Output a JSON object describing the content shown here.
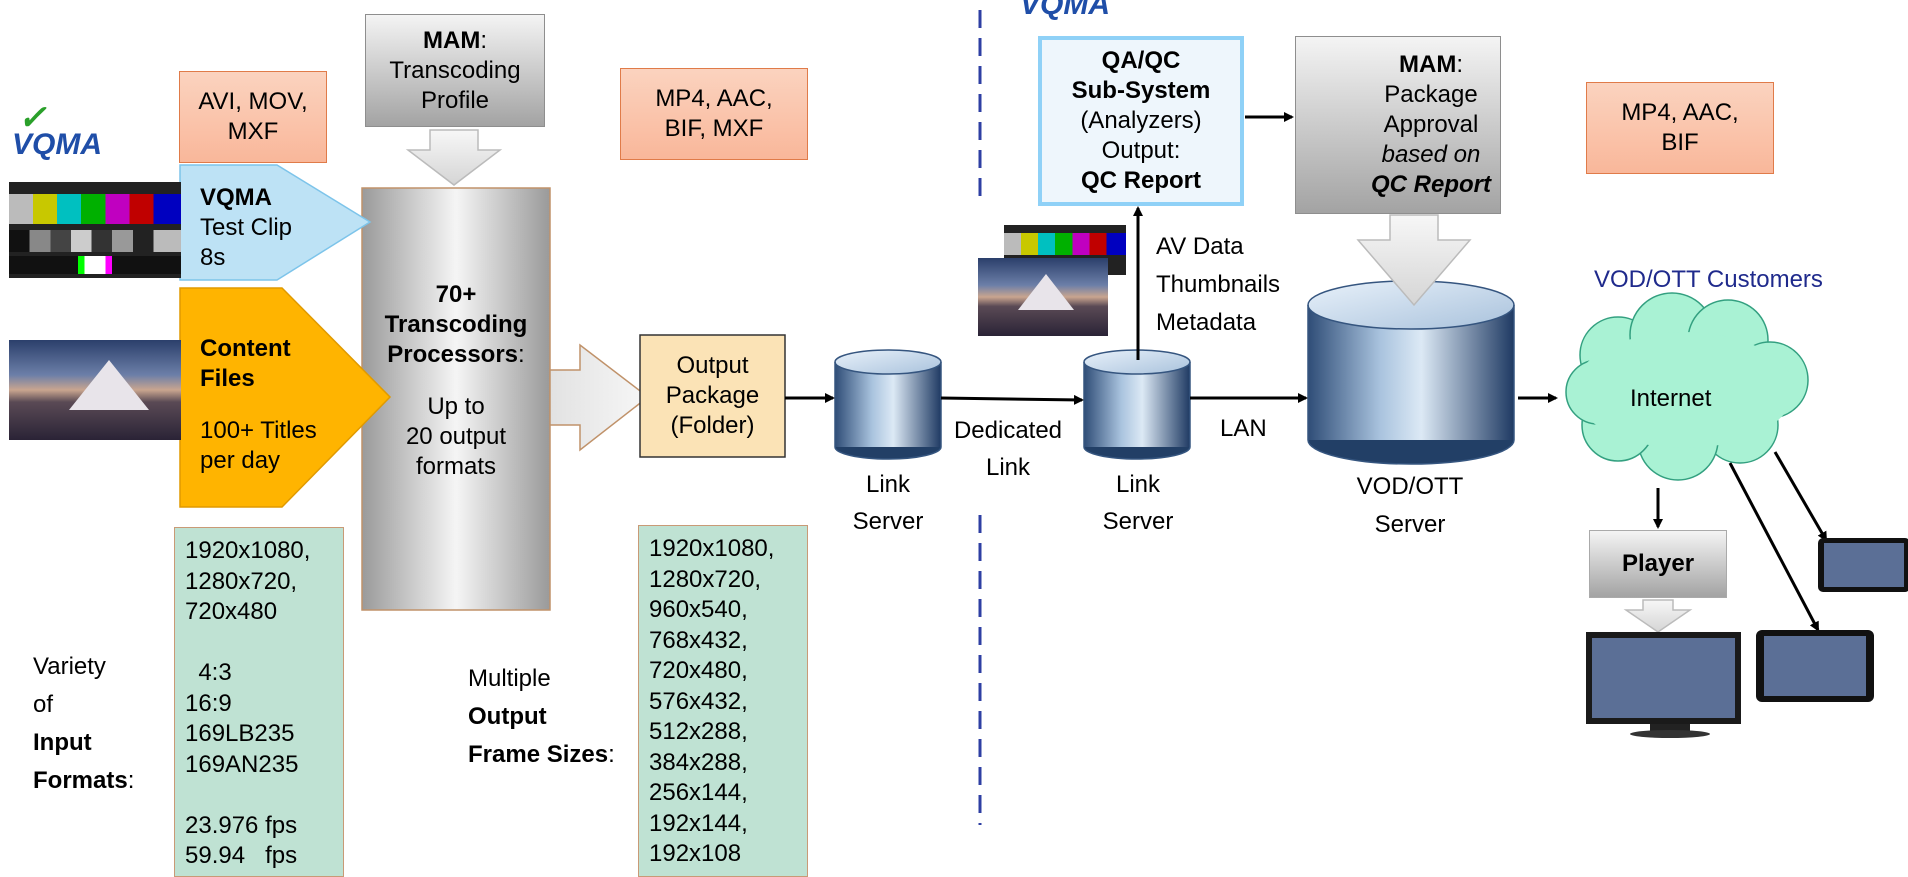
{
  "logos": {
    "vqma": "VQMA"
  },
  "input_formats_box": {
    "line1": "AVI, MOV,",
    "line2": "MXF"
  },
  "mam_transcoding": {
    "title": "MAM",
    "colon": ":",
    "line2": "Transcoding",
    "line3": "Profile"
  },
  "output_formats_box": {
    "line1": "MP4, AAC,",
    "line2": "BIF, MXF"
  },
  "test_clip": {
    "title": "VQMA",
    "line2": "Test Clip",
    "line3": "8s"
  },
  "content_files": {
    "title1": "Content",
    "title2": "Files",
    "line3": "100+ Titles",
    "line4": "per day"
  },
  "transcoder": {
    "line1": "70+",
    "line2": "Transcoding",
    "line3": "Processors",
    "colon": ":",
    "line4": "Up to",
    "line5": "20 output",
    "line6": "formats"
  },
  "output_package": {
    "line1": "Output",
    "line2": "Package",
    "line3": "(Folder)"
  },
  "link_server_1": {
    "line1": "Link",
    "line2": "Server"
  },
  "dedicated_link": {
    "line1": "Dedicated",
    "line2": "Link"
  },
  "link_server_2": {
    "line1": "Link",
    "line2": "Server"
  },
  "lan": "LAN",
  "av_data": {
    "line1": "AV Data",
    "line2": "Thumbnails",
    "line3": "Metadata"
  },
  "qaqc": {
    "line1": "QA/QC",
    "line2": "Sub-System",
    "line3": "(Analyzers)",
    "line4": "Output:",
    "line5": "QC Report"
  },
  "mam_approval": {
    "title": "MAM",
    "colon": ":",
    "line2": "Package",
    "line3": "Approval",
    "line4": "based on",
    "line5": "QC Report"
  },
  "output_formats_right": {
    "line1": "MP4, AAC,",
    "line2": "BIF"
  },
  "vod_customers": "VOD/OTT Customers",
  "internet": "Internet",
  "vod_server": {
    "line1": "VOD/OTT",
    "line2": "Server"
  },
  "player": "Player",
  "input_specs": [
    "1920x1080,",
    "1280x720,",
    "720x480",
    "",
    "  4:3",
    "16:9",
    "169LB235",
    "169AN235",
    "",
    "23.976 fps",
    "59.94   fps"
  ],
  "variety_label": {
    "line1": "Variety",
    "line2": "of",
    "line3": "Input",
    "line4": "Formats",
    "colon": ":"
  },
  "multiple_label": {
    "line1": "Multiple",
    "line2": "Output",
    "line3": "Frame Sizes",
    "colon": ":"
  },
  "output_sizes": [
    "1920x1080,",
    "1280x720,",
    "960x540,",
    "768x432,",
    "720x480,",
    "576x432,",
    "512x288,",
    "384x288,",
    "256x144,",
    "192x144,",
    "192x108"
  ],
  "colors": {
    "salmon_border": "#e07b49",
    "green_fill": "#bfe2d3",
    "content_yellow": "#ffb400",
    "test_clip_blue": "#bde2f5",
    "qaqc_border": "#8fd1f7",
    "cloud": "#a9f2d4",
    "divider": "#2e3fa3",
    "customers_text": "#1f2a8c"
  }
}
